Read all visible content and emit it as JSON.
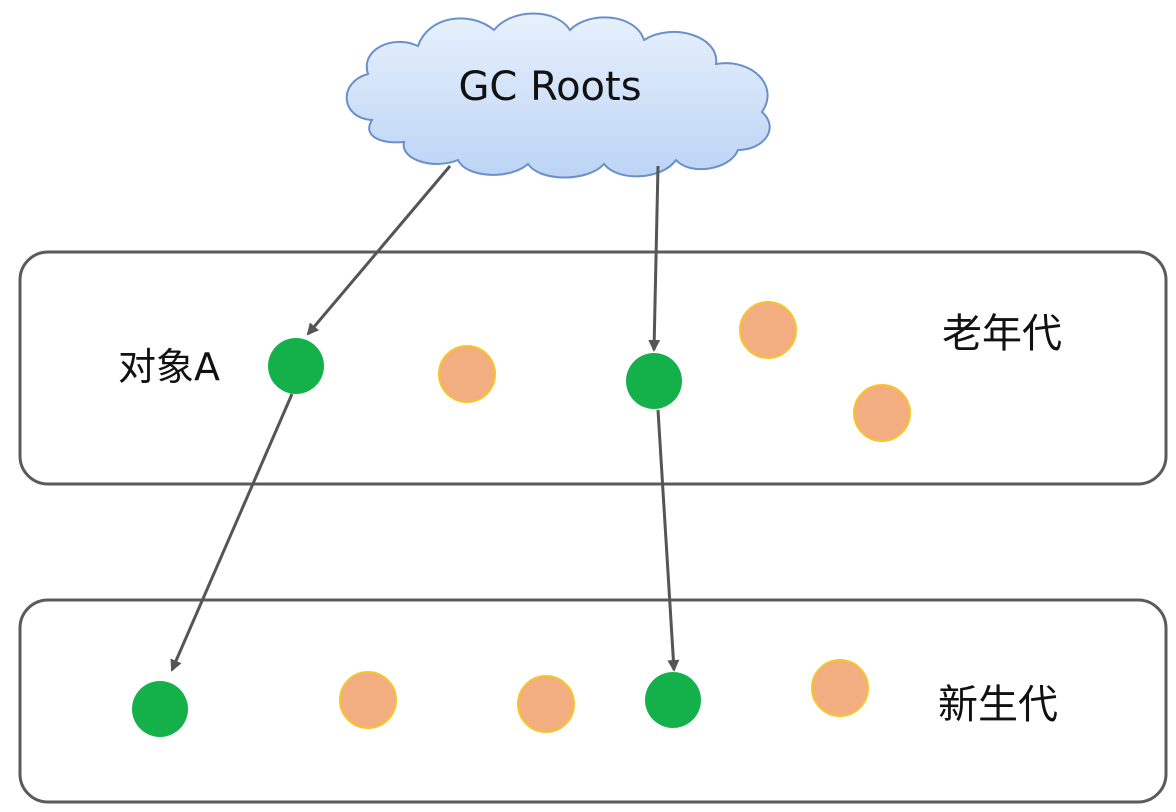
{
  "root": {
    "label": "GC Roots"
  },
  "regions": {
    "old": {
      "label": "老年代"
    },
    "young": {
      "label": "新生代"
    }
  },
  "objects": {
    "object_a": {
      "label": "对象A"
    }
  },
  "colors": {
    "reachable": "#14b14b",
    "unreachable": "#f2ad80",
    "unreachable_stroke": "#f7c52b",
    "arrow": "#555555",
    "region_border": "#5b5b5b",
    "cloud_fill": "#c9defa",
    "cloud_stroke": "#6b8fc9"
  }
}
